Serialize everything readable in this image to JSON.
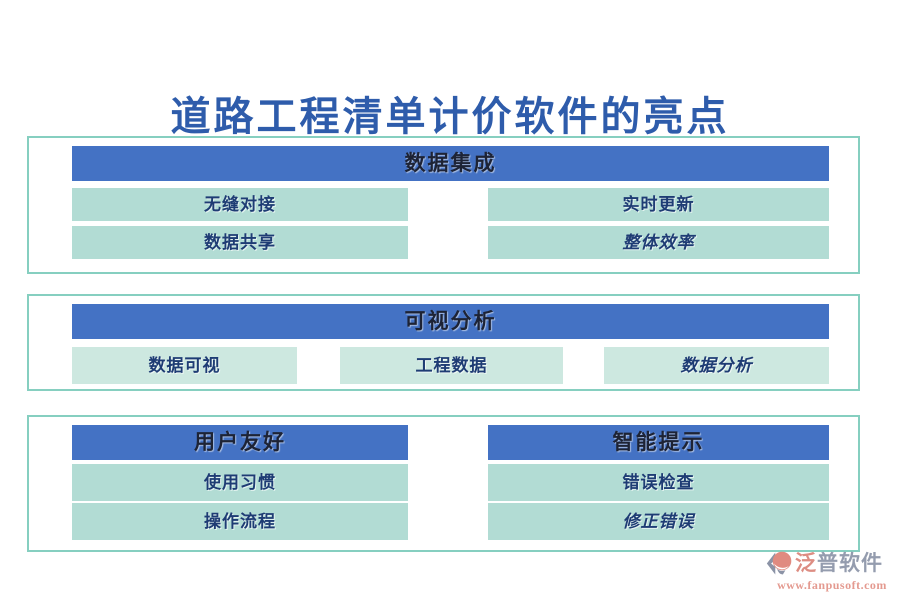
{
  "page": {
    "title": "道路工程清单计价软件的亮点"
  },
  "sections": [
    {
      "header": "数据集成",
      "items": [
        "无缝对接",
        "实时更新",
        "数据共享",
        "整体效率"
      ]
    },
    {
      "header": "可视分析",
      "items": [
        "数据可视",
        "工程数据",
        "数据分析"
      ]
    },
    {
      "header": "用户友好",
      "items": [
        "使用习惯",
        "操作流程"
      ]
    },
    {
      "header": "智能提示",
      "items": [
        "错误检查",
        "修正错误"
      ]
    }
  ],
  "branding": {
    "logo_accent": "泛",
    "logo_rest": "普软件",
    "website": "www.fanpusoft.com"
  },
  "colors": {
    "title_blue": "#2e5cab",
    "header_bar_blue": "#4472c4",
    "header_text": "#1d2335",
    "item_teal": "#b2dcd4",
    "item_teal_light": "#cde8e0",
    "item_text_navy": "#1e3c74",
    "box_border_teal": "#86cfc0",
    "logo_grey": "#949cae",
    "logo_salmon": "#e49a90"
  }
}
